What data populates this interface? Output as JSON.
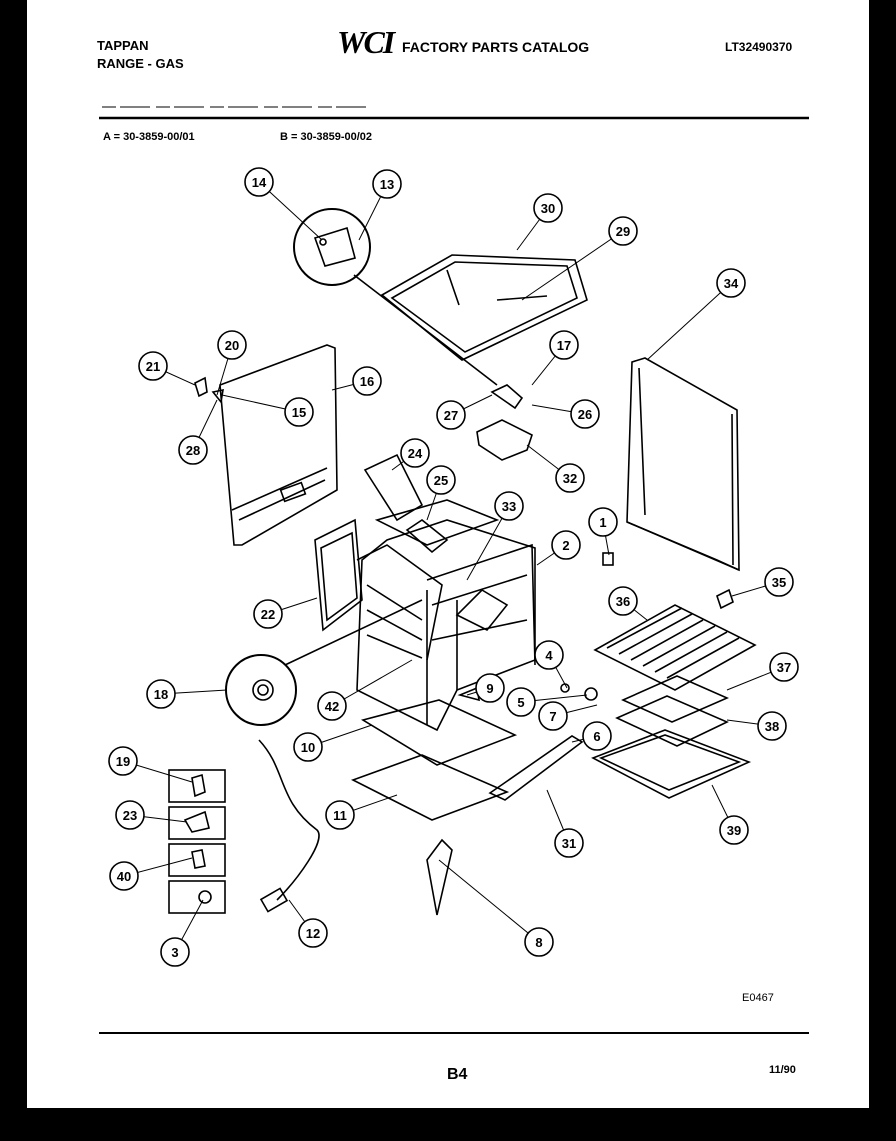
{
  "header": {
    "brand_line1": "TAPPAN",
    "brand_line2": "RANGE - GAS",
    "logo": "WCI",
    "catalog_title": "FACTORY PARTS CATALOG",
    "model_number": "LT32490370"
  },
  "models": {
    "a": "A = 30-3859-00/01",
    "b": "B = 30-3859-00/02"
  },
  "callouts": [
    "14",
    "13",
    "30",
    "29",
    "34",
    "21",
    "20",
    "16",
    "15",
    "17",
    "28",
    "27",
    "26",
    "32",
    "24",
    "25",
    "33",
    "2",
    "1",
    "35",
    "22",
    "36",
    "37",
    "18",
    "42",
    "9",
    "4",
    "5",
    "7",
    "6",
    "38",
    "10",
    "19",
    "11",
    "31",
    "39",
    "23",
    "40",
    "3",
    "12",
    "8"
  ],
  "footer": {
    "diagram_ref": "E0467",
    "page": "B4",
    "date": "11/90"
  }
}
